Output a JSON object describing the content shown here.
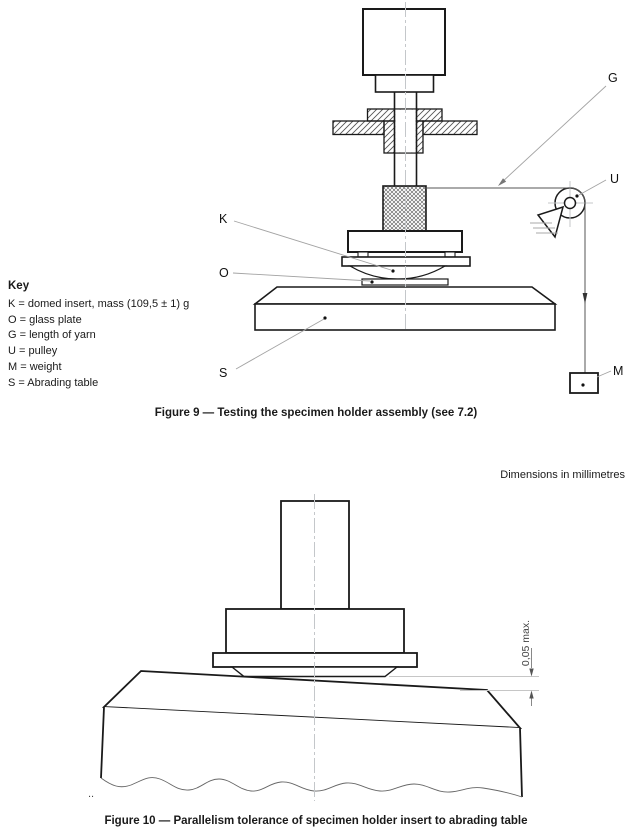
{
  "figure9": {
    "caption": "Figure 9 — Testing the specimen holder assembly (see 7.2)",
    "key_title": "Key",
    "key_lines": [
      "K = domed insert, mass (109,5 ± 1) g",
      "O = glass plate",
      "G = length of yarn",
      "U = pulley",
      "M = weight",
      "S = Abrading table"
    ],
    "labels": {
      "K": "K",
      "O": "O",
      "G": "G",
      "U": "U",
      "M": "M",
      "S": "S"
    }
  },
  "figure10": {
    "dimensions_note": "Dimensions in millimetres",
    "caption": "Figure 10 — Parallelism tolerance of specimen holder insert to abrading table",
    "tolerance_label": "0,05 max.",
    "break_marks": ".."
  },
  "colors": {
    "ink": "#1a1a1a",
    "leader": "#a3a3a3",
    "centerline": "#c4c7ca",
    "background": "#ffffff"
  }
}
